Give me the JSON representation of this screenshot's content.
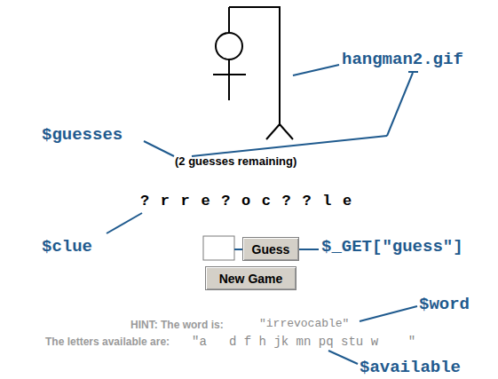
{
  "diagram": {
    "nodes": [
      {
        "text": [
          "Guess"
        ]
      },
      {
        "text": [
          "New Game"
        ]
      }
    ],
    "labels": [
      "hangman2.gif",
      "$guesses",
      "(2 guesses remaining)",
      "? r r e ? o c ? ? l e",
      "$clue",
      "$_GET[\"guess\"]",
      "$word",
      "HINT: The word is:",
      "\"irrevocable\"",
      "The letters available are:",
      "\"a   d f h jk mn pq stu w    \"",
      "$available"
    ]
  }
}
